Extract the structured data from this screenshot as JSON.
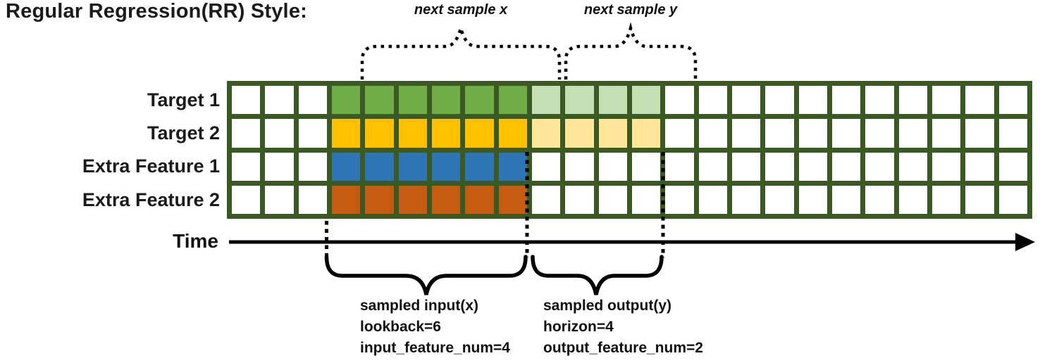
{
  "title": "Regular Regression(RR) Style:",
  "palette": {
    "border": "#3B5A23",
    "w": "#FFFFFF",
    "g": "#70AD47",
    "lg": "#C5E0B4",
    "y": "#FFC000",
    "ly": "#FFE699",
    "b": "#2E75B6",
    "o": "#C55A11"
  },
  "top_annotations": {
    "next_sample_x": "next sample x",
    "next_sample_y": "next sample y"
  },
  "grid": {
    "columns": 24,
    "rows": [
      {
        "label": "Target 1",
        "cells": [
          "w",
          "w",
          "w",
          "g",
          "g",
          "g",
          "g",
          "g",
          "g",
          "lg",
          "lg",
          "lg",
          "lg",
          "w",
          "w",
          "w",
          "w",
          "w",
          "w",
          "w",
          "w",
          "w",
          "w",
          "w"
        ]
      },
      {
        "label": "Target 2",
        "cells": [
          "w",
          "w",
          "w",
          "y",
          "y",
          "y",
          "y",
          "y",
          "y",
          "ly",
          "ly",
          "ly",
          "ly",
          "w",
          "w",
          "w",
          "w",
          "w",
          "w",
          "w",
          "w",
          "w",
          "w",
          "w"
        ]
      },
      {
        "label": "Extra Feature 1",
        "cells": [
          "w",
          "w",
          "w",
          "b",
          "b",
          "b",
          "b",
          "b",
          "b",
          "w",
          "w",
          "w",
          "w",
          "w",
          "w",
          "w",
          "w",
          "w",
          "w",
          "w",
          "w",
          "w",
          "w",
          "w"
        ]
      },
      {
        "label": "Extra Feature 2",
        "cells": [
          "w",
          "w",
          "w",
          "o",
          "o",
          "o",
          "o",
          "o",
          "o",
          "w",
          "w",
          "w",
          "w",
          "w",
          "w",
          "w",
          "w",
          "w",
          "w",
          "w",
          "w",
          "w",
          "w",
          "w"
        ]
      }
    ]
  },
  "time_axis": {
    "label": "Time"
  },
  "bottom_annotations": {
    "input": {
      "lines": [
        "sampled input(x)",
        "lookback=6",
        "input_feature_num=4"
      ]
    },
    "output": {
      "lines": [
        "sampled output(y)",
        "horizon=4",
        "output_feature_num=2"
      ]
    }
  }
}
